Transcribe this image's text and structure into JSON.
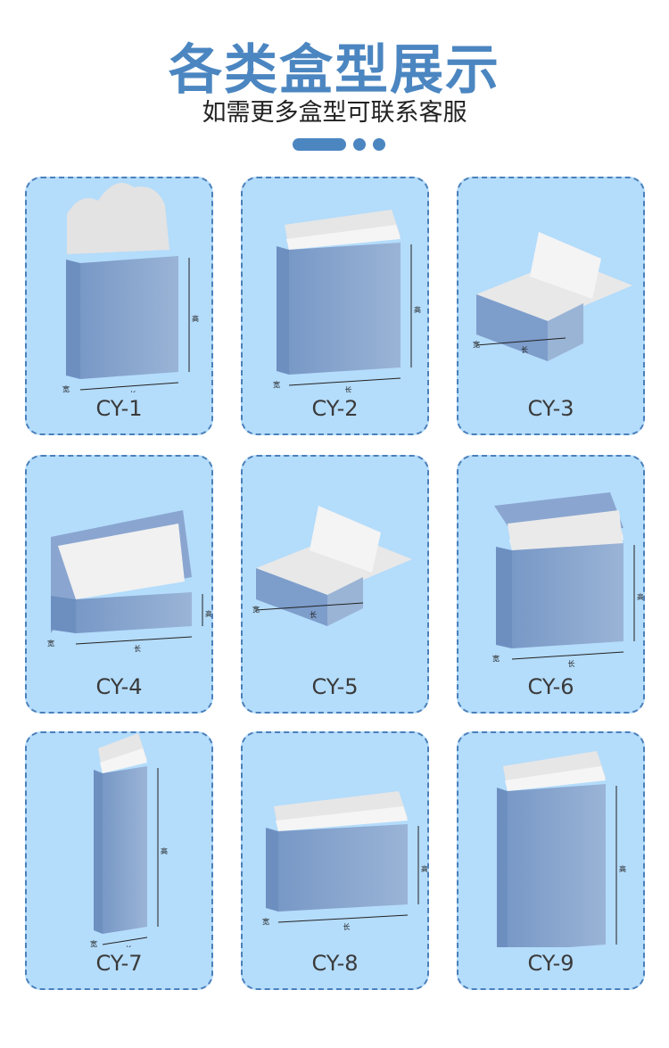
{
  "header": {
    "title": "各类盒型展示",
    "subtitle": "如需更多盒型可联系客服"
  },
  "dimensions": {
    "length": "长",
    "width": "宽",
    "height": "高"
  },
  "boxes": [
    {
      "label": "CY-1"
    },
    {
      "label": "CY-2"
    },
    {
      "label": "CY-3"
    },
    {
      "label": "CY-4"
    },
    {
      "label": "CY-5"
    },
    {
      "label": "CY-6"
    },
    {
      "label": "CY-7"
    },
    {
      "label": "CY-8"
    },
    {
      "label": "CY-9"
    }
  ],
  "colors": {
    "accent": "#4b86c1",
    "card_bg": "#b4dcfb",
    "box_face": "#7f9fcb"
  }
}
